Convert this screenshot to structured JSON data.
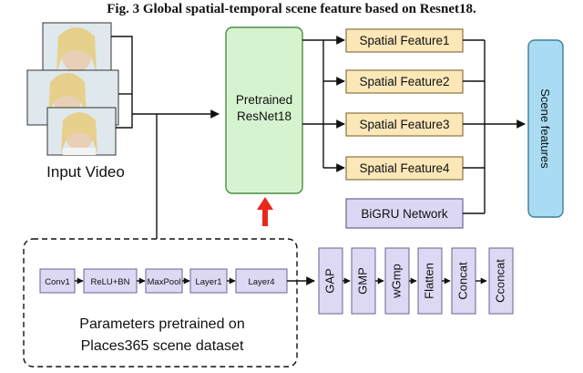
{
  "title": "Fig. 3 Global spatial-temporal scene feature based on Resnet18.",
  "input_label": "Input Video",
  "resnet": {
    "line1": "Pretrained",
    "line2": "ResNet18"
  },
  "spatial_features": [
    "Spatial Feature1",
    "Spatial Feature2",
    "Spatial Feature3",
    "Spatial Feature4"
  ],
  "bigru_label": "BiGRU Network",
  "scene_features_label": "Scene features",
  "pipeline_blocks": [
    "Conv1",
    "ReLU+BN",
    "MaxPool",
    "Layer1",
    "Layer4"
  ],
  "pooling_blocks": [
    "GAP",
    "GMP",
    "wGmp",
    "Flatten",
    "Concat",
    "Cconcat"
  ],
  "params_caption": {
    "line1": "Parameters pretrained on",
    "line2": "Places365 scene dataset"
  },
  "colors": {
    "resnet_fill": "#d6f3cf",
    "resnet_stroke": "#4d8a45",
    "feature_fill": "#fbe7b8",
    "feature_stroke": "#8a7440",
    "bigru_fill": "#dcd7f4",
    "block_fill": "#ddd8f3",
    "block_stroke": "#6b6390",
    "scene_fill": "#a9dcf3",
    "scene_stroke": "#3f7f9c",
    "arrow_red": "#e8281b"
  }
}
